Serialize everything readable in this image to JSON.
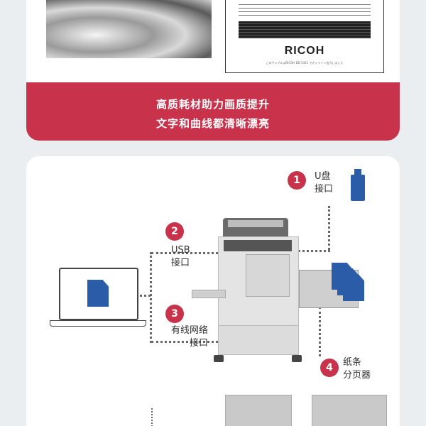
{
  "top_card": {
    "sample_brand": "RICOH",
    "sample_caption": "このサンプルはRICOH DD 5451 でオンライン出力しました",
    "banner_line1": "高质耗材助力画质提升",
    "banner_line2": "文字和曲线都清晰漂亮"
  },
  "diagram": {
    "callouts": [
      {
        "number": "1",
        "label_line1": "U盘",
        "label_line2": "接口"
      },
      {
        "number": "2",
        "label_line1": "USB",
        "label_line2": "接口"
      },
      {
        "number": "3",
        "label_line1": "有线网络",
        "label_line2": "接口"
      },
      {
        "number": "4",
        "label_line1": "纸条",
        "label_line2": "分页器"
      }
    ],
    "colors": {
      "accent": "#c8324a",
      "icon_blue": "#2a5ca8"
    }
  }
}
